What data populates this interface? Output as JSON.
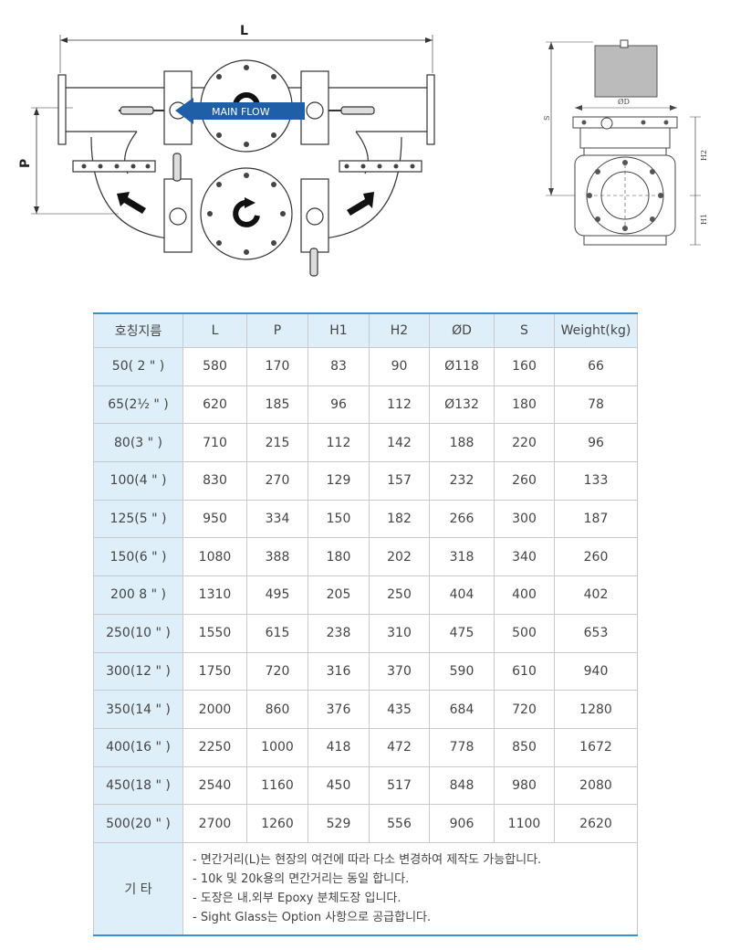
{
  "drawing": {
    "dim_L": "L",
    "dim_P": "P",
    "flow_label": "MAIN FLOW",
    "side_dim_D": "ØD",
    "side_dim_S": "S",
    "side_dim_H1": "H1",
    "side_dim_H2": "H2"
  },
  "table": {
    "headers": [
      "호칭지름",
      "L",
      "P",
      "H1",
      "H2",
      "ØD",
      "S",
      "Weight(kg)"
    ],
    "rows": [
      [
        "50( 2 \" )",
        "580",
        "170",
        "83",
        "90",
        "Ø118",
        "160",
        "66"
      ],
      [
        "65(2½ \" )",
        "620",
        "185",
        "96",
        "112",
        "Ø132",
        "180",
        "78"
      ],
      [
        "80(3 \" )",
        "710",
        "215",
        "112",
        "142",
        "188",
        "220",
        "96"
      ],
      [
        "100(4 \" )",
        "830",
        "270",
        "129",
        "157",
        "232",
        "260",
        "133"
      ],
      [
        "125(5 \" )",
        "950",
        "334",
        "150",
        "182",
        "266",
        "300",
        "187"
      ],
      [
        "150(6 \" )",
        "1080",
        "388",
        "180",
        "202",
        "318",
        "340",
        "260"
      ],
      [
        "200 8 \" )",
        "1310",
        "495",
        "205",
        "250",
        "404",
        "400",
        "402"
      ],
      [
        "250(10 \" )",
        "1550",
        "615",
        "238",
        "310",
        "475",
        "500",
        "653"
      ],
      [
        "300(12 \" )",
        "1750",
        "720",
        "316",
        "370",
        "590",
        "610",
        "940"
      ],
      [
        "350(14 \" )",
        "2000",
        "860",
        "376",
        "435",
        "684",
        "720",
        "1280"
      ],
      [
        "400(16 \" )",
        "2250",
        "1000",
        "418",
        "472",
        "778",
        "850",
        "1672"
      ],
      [
        "450(18 \" )",
        "2540",
        "1160",
        "450",
        "517",
        "848",
        "980",
        "2080"
      ],
      [
        "500(20 \" )",
        "2700",
        "1260",
        "529",
        "556",
        "906",
        "1100",
        "2620"
      ]
    ],
    "notes_label": "기 타",
    "notes": [
      "- 면간거리(L)는 현장의 여건에 따라 다소 변경하여 제작도 가능합니다.",
      "- 10k 및 20k용의 면간거리는 동일 합니다.",
      "- 도장은 내.외부 Epoxy 분체도장 입니다.",
      "- Sight Glass는 Option 사항으로 공급합니다."
    ]
  },
  "colors": {
    "header_bg": "#dfeffa",
    "accent_line": "#3a8fd0",
    "flow_arrow": "#1f5fa8"
  }
}
